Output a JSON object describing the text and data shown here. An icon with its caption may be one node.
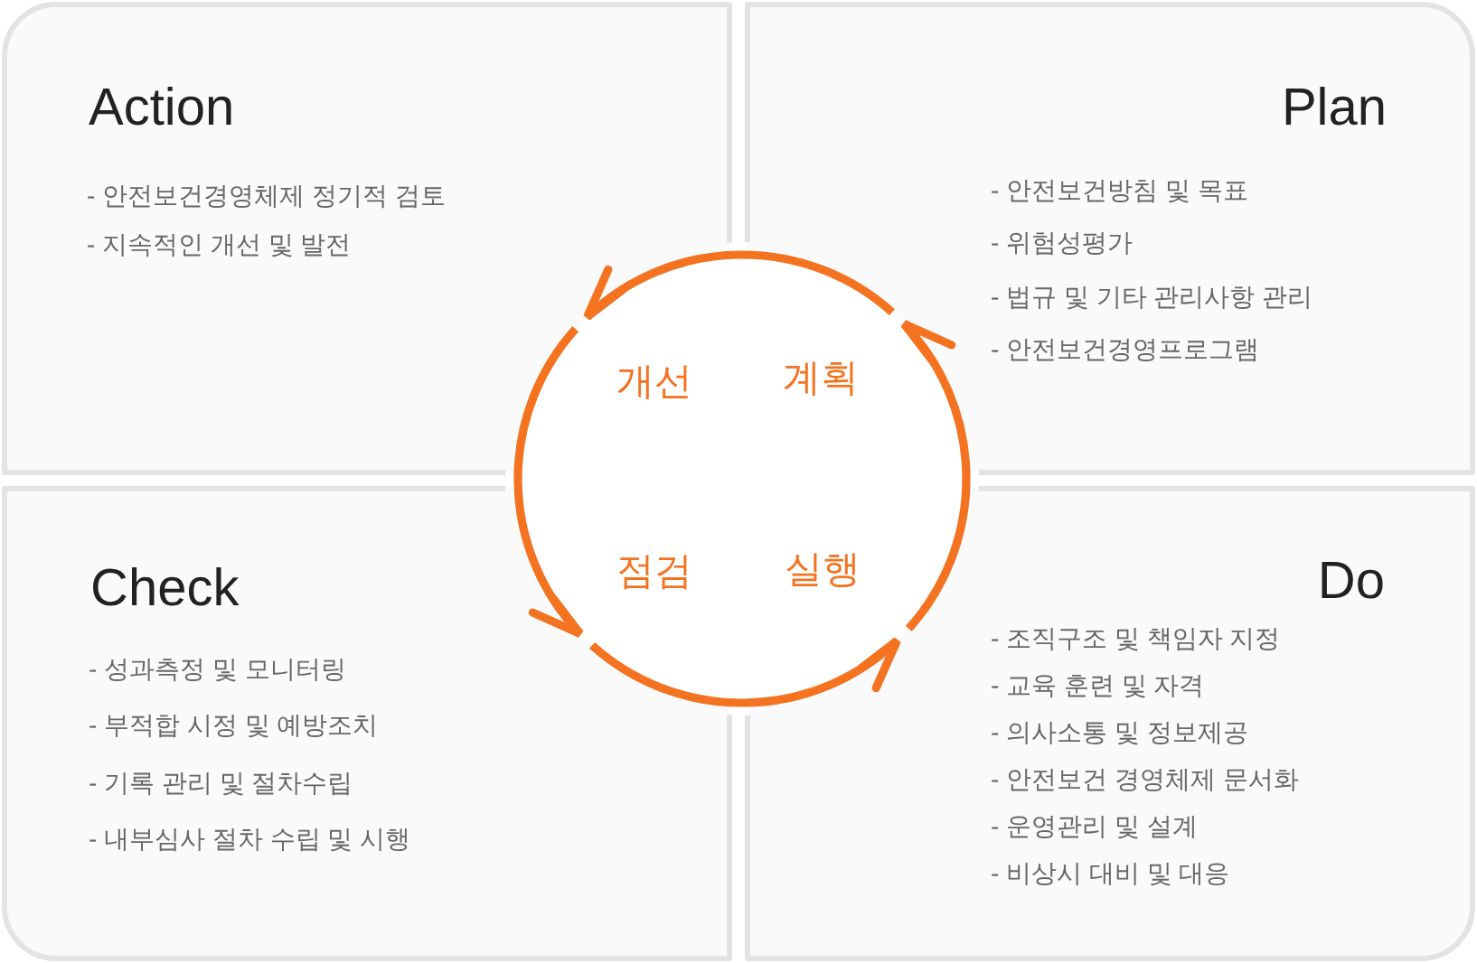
{
  "diagram": {
    "nodes": [
      {
        "text": [
          "Action",
          "- 안전보건경영체제 정기적 검토",
          "- 지속적인 개선 및 발전"
        ]
      },
      {
        "text": [
          "Plan",
          "- 안전보건방침 및 목표",
          "- 위험성평가",
          "- 법규 및 기타 관리사항 관리",
          "- 안전보건경영프로그램"
        ]
      },
      {
        "text": [
          "Check",
          "- 성과측정 및 모니터링",
          "- 부적합 시정 및 예방조치",
          "- 기록 관리 및 절차수립",
          "- 내부심사 절차 수립 및 시행"
        ]
      },
      {
        "text": [
          "Do",
          "- 조직구조 및 책임자 지정",
          "- 교육 훈련 및 자격",
          "- 의사소통 및 정보제공",
          "- 안전보건 경영체제 문서화",
          "- 운영관리 및 설계",
          "- 비상시 대비 및 대응"
        ]
      },
      {
        "text": [
          "개선"
        ],
        "in": 0
      },
      {
        "text": [
          "계획"
        ],
        "in": 1
      },
      {
        "text": [
          "점검"
        ],
        "in": 2
      },
      {
        "text": [
          "실행"
        ],
        "in": 3
      }
    ],
    "edges": [
      {
        "from": 5,
        "to": 4,
        "arrow": "to"
      },
      {
        "from": 4,
        "to": 6,
        "arrow": "to"
      },
      {
        "from": 6,
        "to": 7,
        "arrow": "to"
      },
      {
        "from": 7,
        "to": 5,
        "arrow": "to"
      }
    ]
  }
}
